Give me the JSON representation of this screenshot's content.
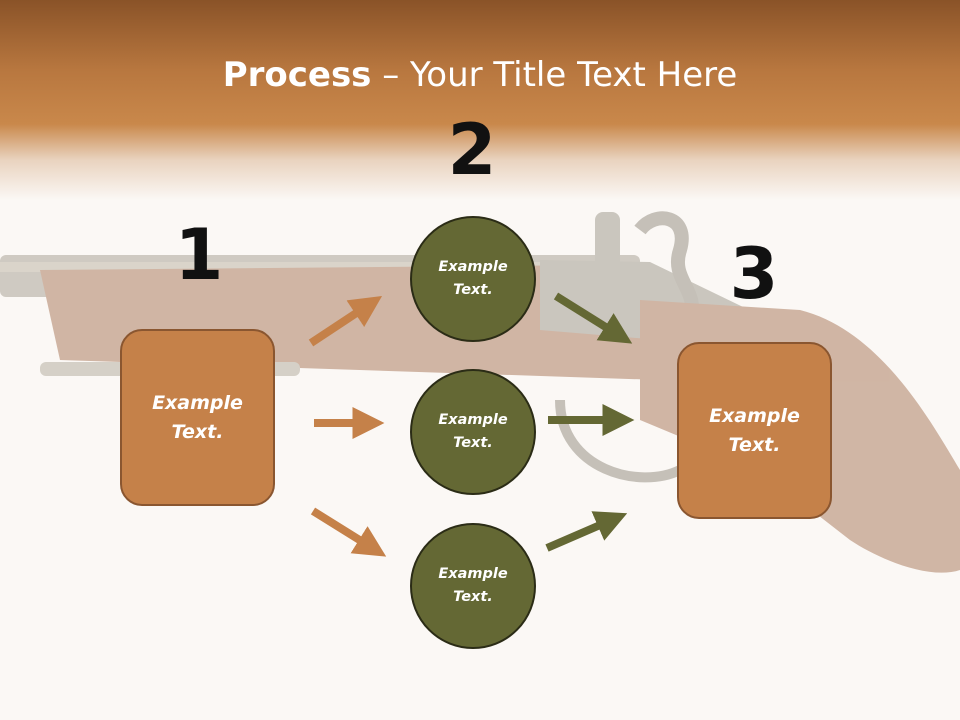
{
  "colors": {
    "orange": "#c58149",
    "olive": "#646834",
    "brown_band": "#b8773f"
  },
  "title": {
    "bold": "Process",
    "rest": " – Your Title Text Here"
  },
  "numbers": {
    "n1": "1",
    "n2": "2",
    "n3": "3"
  },
  "left_box": {
    "label": "Example\nText."
  },
  "right_box": {
    "label": "Example\nText."
  },
  "circles": [
    {
      "label": "Example\nText."
    },
    {
      "label": "Example\nText."
    },
    {
      "label": "Example\nText."
    }
  ],
  "background": {
    "image": "antique-flintlock-pistol"
  }
}
